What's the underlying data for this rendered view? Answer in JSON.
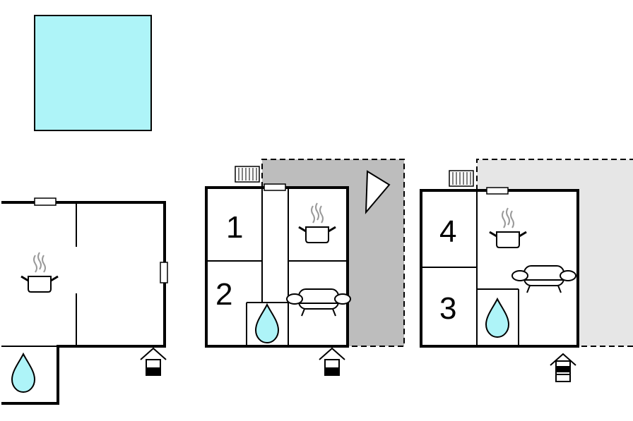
{
  "colors": {
    "pool": "#aef4f8",
    "terrace_dark": "#bdbdbd",
    "terrace_light": "#e6e6e6",
    "wall": "#000000",
    "water": "#aef4f8"
  },
  "plans": [
    {
      "id": "ground",
      "room_numbers": [],
      "icons": [
        "kitchen-icon",
        "bathroom-icon",
        "entrance-icon",
        "window-icon"
      ]
    },
    {
      "id": "middle",
      "room_numbers": [
        "1",
        "2"
      ],
      "icons": [
        "kitchen-icon",
        "living-room-icon",
        "bathroom-icon",
        "entrance-icon",
        "heater-icon",
        "window-icon",
        "compass-icon"
      ]
    },
    {
      "id": "right",
      "room_numbers": [
        "4",
        "3"
      ],
      "icons": [
        "kitchen-icon",
        "living-room-icon",
        "bathroom-icon",
        "entrance-icon",
        "heater-icon",
        "window-icon"
      ]
    }
  ]
}
